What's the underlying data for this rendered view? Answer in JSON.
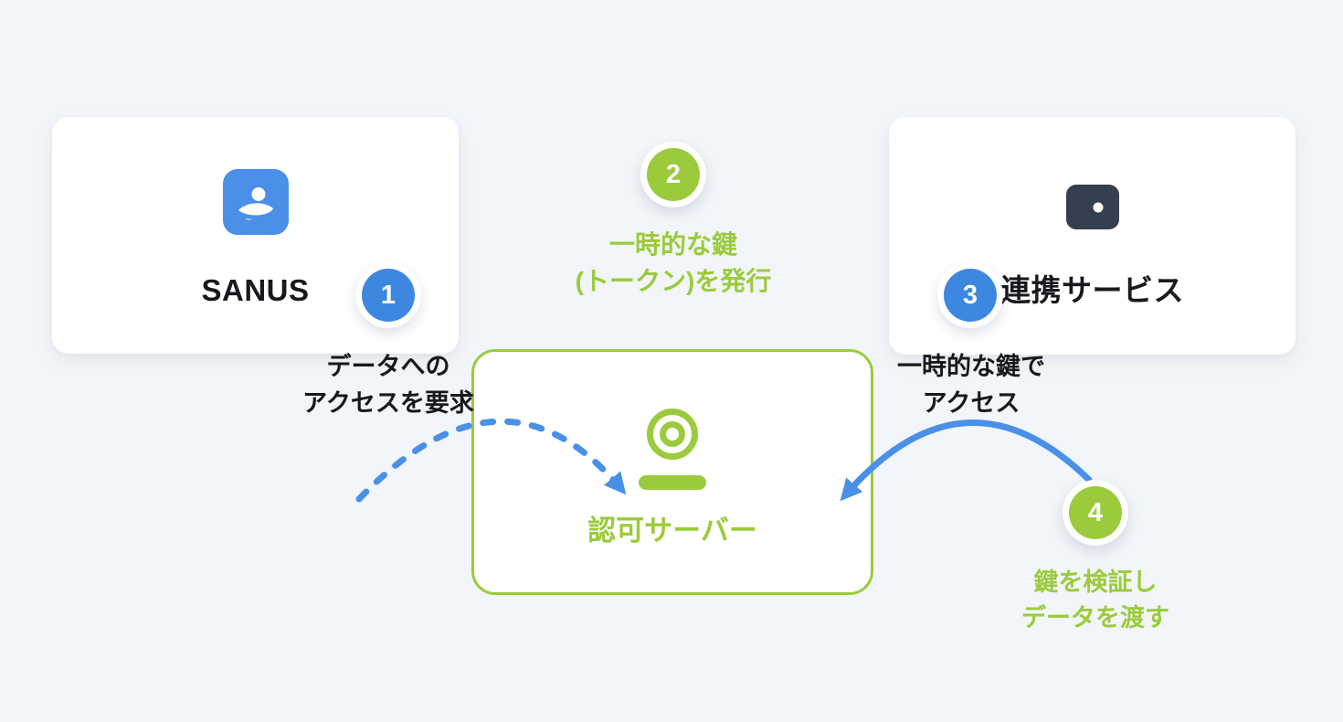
{
  "cards": {
    "sanus": {
      "title": "SANUS",
      "badge": "1"
    },
    "service": {
      "title": "連携サービス",
      "badge": "3"
    }
  },
  "auth_server": {
    "title": "認可サーバー"
  },
  "annotations": {
    "step1": {
      "line1": "データへの",
      "line2": "アクセスを要求"
    },
    "step2": {
      "badge": "2",
      "line1": "一時的な鍵",
      "line2": "(トークン)を発行"
    },
    "step3": {
      "line1": "一時的な鍵で",
      "line2": "アクセス"
    },
    "step4": {
      "badge": "4",
      "line1": "鍵を検証し",
      "line2": "データを渡す"
    }
  },
  "icons": {
    "sanus": "user-icon",
    "service": "camera-icon",
    "auth_server": "webcam-icon"
  },
  "colors": {
    "background": "#F2F5F9",
    "blue_arrow": "#4A90E8",
    "badge_blue": "#3D87E0",
    "green": "#9BCB3C",
    "dark_slate": "#353F4F",
    "card": "#FFFFFF",
    "text": "#17191C"
  }
}
